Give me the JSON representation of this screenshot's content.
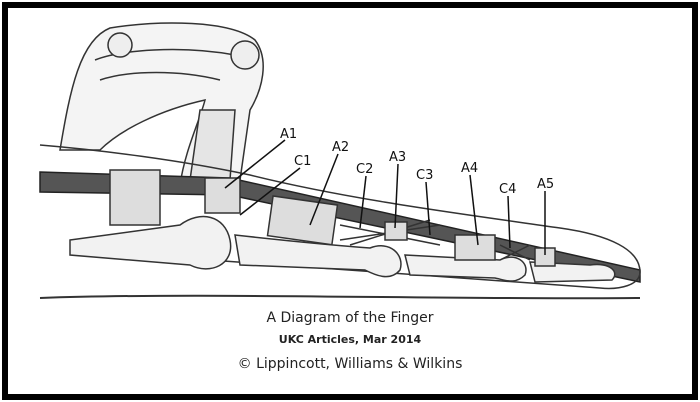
{
  "labels": {
    "a1": "A1",
    "c1": "C1",
    "a2": "A2",
    "c2": "C2",
    "a3": "A3",
    "c3": "C3",
    "a4": "A4",
    "c4": "C4",
    "a5": "A5"
  },
  "caption": {
    "title": "A Diagram of the Finger",
    "source": "UKC Articles, Mar 2014",
    "copyright": "© Lippincott, Williams & Wilkins"
  }
}
